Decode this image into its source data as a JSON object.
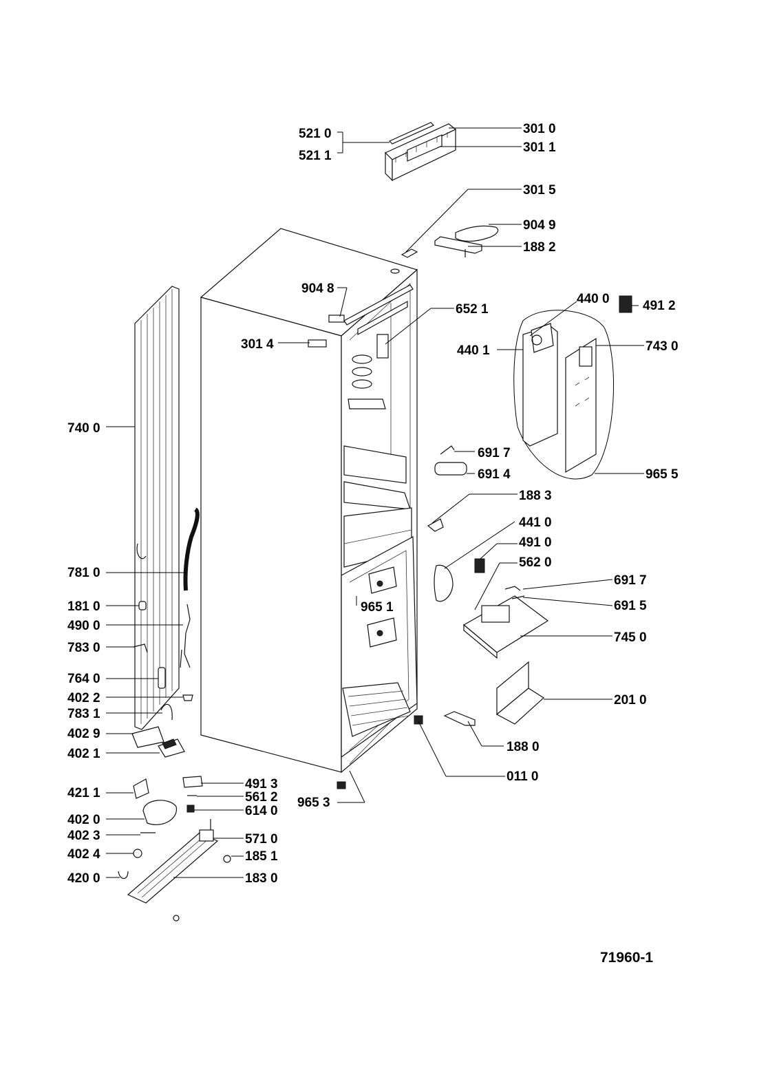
{
  "drawing_ref": "71960-1",
  "labels": [
    {
      "id": "l5210",
      "text": "521 0"
    },
    {
      "id": "l5211",
      "text": "521 1"
    },
    {
      "id": "l3010",
      "text": "301 0"
    },
    {
      "id": "l3011",
      "text": "301 1"
    },
    {
      "id": "l3015",
      "text": "301 5"
    },
    {
      "id": "l9049",
      "text": "904 9"
    },
    {
      "id": "l1882",
      "text": "188 2"
    },
    {
      "id": "l9048",
      "text": "904 8"
    },
    {
      "id": "l6521",
      "text": "652 1"
    },
    {
      "id": "l4400",
      "text": "440 0"
    },
    {
      "id": "l4912",
      "text": "491 2"
    },
    {
      "id": "l3014",
      "text": "301 4"
    },
    {
      "id": "l4401",
      "text": "440 1"
    },
    {
      "id": "l7430",
      "text": "743 0"
    },
    {
      "id": "l7400",
      "text": "740 0"
    },
    {
      "id": "l6917a",
      "text": "691 7"
    },
    {
      "id": "l6914",
      "text": "691 4"
    },
    {
      "id": "l9655",
      "text": "965 5"
    },
    {
      "id": "l1883",
      "text": "188 3"
    },
    {
      "id": "l4410",
      "text": "441 0"
    },
    {
      "id": "l4910",
      "text": "491 0"
    },
    {
      "id": "l7810",
      "text": "781 0"
    },
    {
      "id": "l5620",
      "text": "562 0"
    },
    {
      "id": "l6917b",
      "text": "691 7"
    },
    {
      "id": "l1810",
      "text": "181 0"
    },
    {
      "id": "l9651",
      "text": "965 1"
    },
    {
      "id": "l6915",
      "text": "691 5"
    },
    {
      "id": "l4900",
      "text": "490 0"
    },
    {
      "id": "l7450",
      "text": "745 0"
    },
    {
      "id": "l7830",
      "text": "783 0"
    },
    {
      "id": "l7640",
      "text": "764 0"
    },
    {
      "id": "l4022",
      "text": "402 2"
    },
    {
      "id": "l2010",
      "text": "201 0"
    },
    {
      "id": "l7831",
      "text": "783 1"
    },
    {
      "id": "l4029",
      "text": "402 9"
    },
    {
      "id": "l1880",
      "text": "188 0"
    },
    {
      "id": "l4021",
      "text": "402 1"
    },
    {
      "id": "l0110",
      "text": "011 0"
    },
    {
      "id": "l4913",
      "text": "491 3"
    },
    {
      "id": "l4211",
      "text": "421 1"
    },
    {
      "id": "l5612",
      "text": "561 2"
    },
    {
      "id": "l9653",
      "text": "965 3"
    },
    {
      "id": "l6140",
      "text": "614 0"
    },
    {
      "id": "l4020",
      "text": "402 0"
    },
    {
      "id": "l4023",
      "text": "402 3"
    },
    {
      "id": "l5710",
      "text": "571 0"
    },
    {
      "id": "l4024",
      "text": "402 4"
    },
    {
      "id": "l1851",
      "text": "185 1"
    },
    {
      "id": "l4200",
      "text": "420 0"
    },
    {
      "id": "l1830",
      "text": "183 0"
    }
  ]
}
